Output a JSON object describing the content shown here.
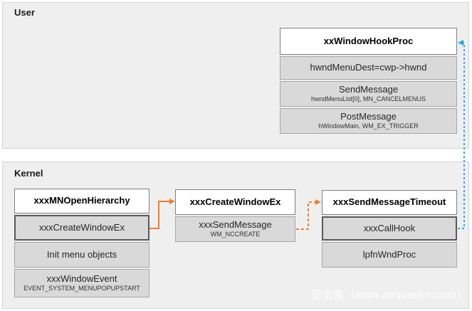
{
  "panels": {
    "user": {
      "label": "User"
    },
    "kernel": {
      "label": "Kernel"
    }
  },
  "boxes": {
    "window_hook_proc": {
      "title": "xxWindowHookProc",
      "cells": [
        {
          "label": "hwndMenuDest=cwp->hwnd"
        },
        {
          "label": "SendMessage",
          "sub": "hwndMenuList[0], MN_CANCELMENUS"
        },
        {
          "label": "PostMessage",
          "sub": "hWindowMain, WM_EX_TRIGGER"
        }
      ]
    },
    "mn_open_hierarchy": {
      "title": "xxxMNOpenHierarchy",
      "cells": [
        {
          "label": "xxxCreateWindowEx"
        },
        {
          "label": "Init menu objects"
        },
        {
          "label": "xxxWindowEvent",
          "sub": "EVENT_SYSTEM_MENUPOPUPSTART"
        }
      ]
    },
    "create_window_ex": {
      "title": "xxxCreateWindowEx",
      "cells": [
        {
          "label": "xxxSendMessage",
          "sub": "WM_NCCREATE"
        }
      ]
    },
    "send_message_timeout": {
      "title": "xxxSendMessageTimeout",
      "cells": [
        {
          "label": "xxxCallHook"
        },
        {
          "label": "lpfnWndProc"
        }
      ]
    }
  },
  "arrows": {
    "call_create_window": {
      "color": "#ED7D31",
      "style": "solid"
    },
    "call_send_message": {
      "color": "#ED7D31",
      "style": "dashed"
    },
    "callback_to_user": {
      "color": "#29ABE2",
      "style": "dashed"
    }
  },
  "watermark": {
    "text": "安全客（www.anquanke.com）"
  }
}
